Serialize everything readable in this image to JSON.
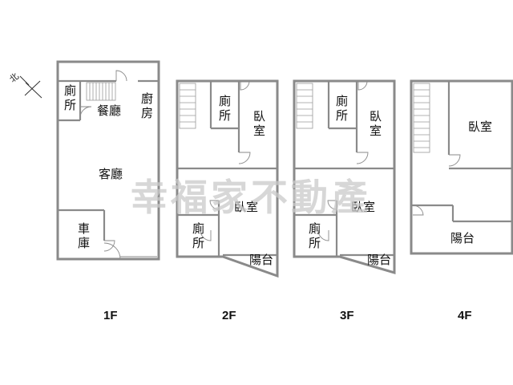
{
  "compass": {
    "label": "北",
    "icon": "north-arrow-icon"
  },
  "watermark": "幸福家不動產",
  "floors": [
    {
      "label": "1F",
      "rooms": [
        "廁所",
        "餐廳",
        "廚房",
        "客廳",
        "車庫"
      ]
    },
    {
      "label": "2F",
      "rooms": [
        "廁所",
        "臥室",
        "臥室",
        "廁所",
        "陽台"
      ]
    },
    {
      "label": "3F",
      "rooms": [
        "廁所",
        "臥室",
        "臥室",
        "廁所",
        "陽台"
      ]
    },
    {
      "label": "4F",
      "rooms": [
        "臥室",
        "陽台"
      ]
    }
  ]
}
